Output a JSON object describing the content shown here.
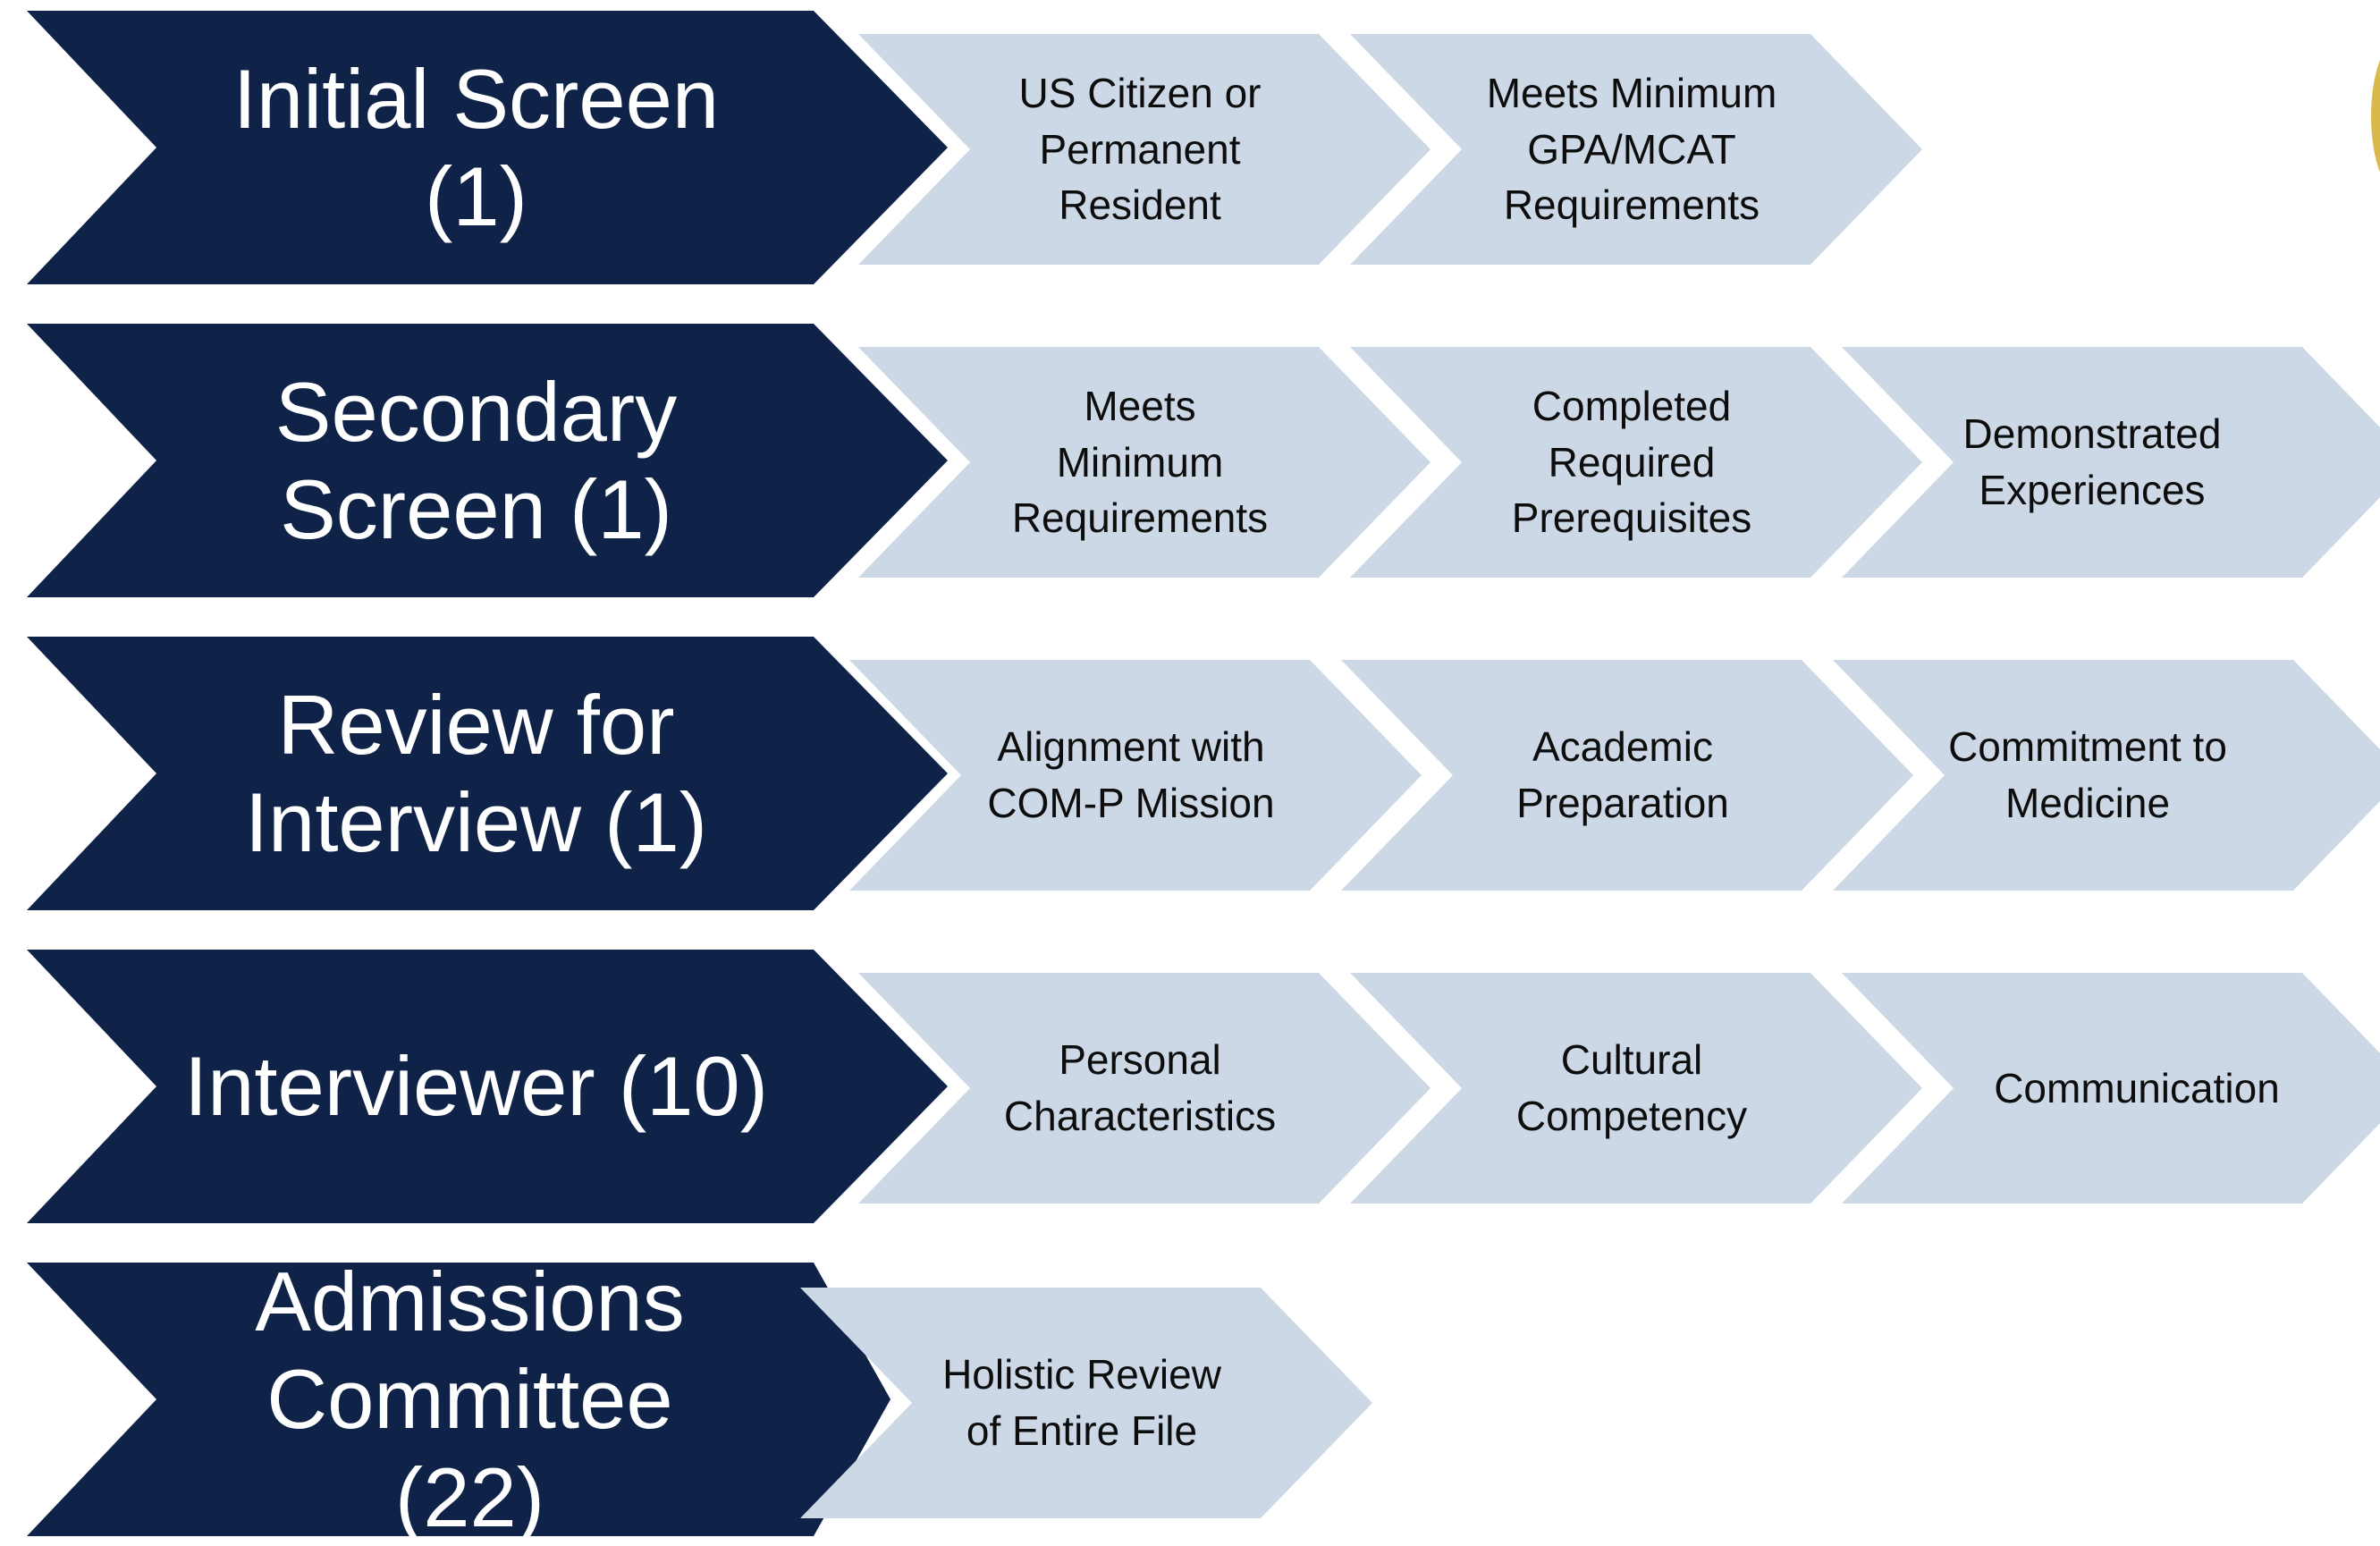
{
  "rows": [
    {
      "main": "Initial Screen (1)",
      "criteria": [
        "US Citizen or\nPermanent\nResident",
        "Meets Minimum\nGPA/MCAT\nRequirements"
      ]
    },
    {
      "main": "Secondary\nScreen (1)",
      "criteria": [
        "Meets\nMinimum\nRequirements",
        "Completed\nRequired\nPrerequisites",
        "Demonstrated\nExperiences"
      ]
    },
    {
      "main": "Review for\nInterview (1)",
      "criteria": [
        "Alignment with\nCOM-P Mission",
        "Academic\nPreparation",
        "Commitment to\nMedicine"
      ]
    },
    {
      "main": "Interviewer (10)",
      "criteria": [
        "Personal\nCharacteristics",
        "Cultural\nCompetency",
        "Communication"
      ]
    },
    {
      "main": "Admissions\nCommittee (22)",
      "criteria": [
        "Holistic Review\nof Entire File"
      ]
    }
  ],
  "colors": {
    "main_fill": "#0f2248",
    "criteria_fill": "#cdd8e6",
    "main_text": "#ffffff",
    "criteria_text": "#0d0d0d"
  }
}
